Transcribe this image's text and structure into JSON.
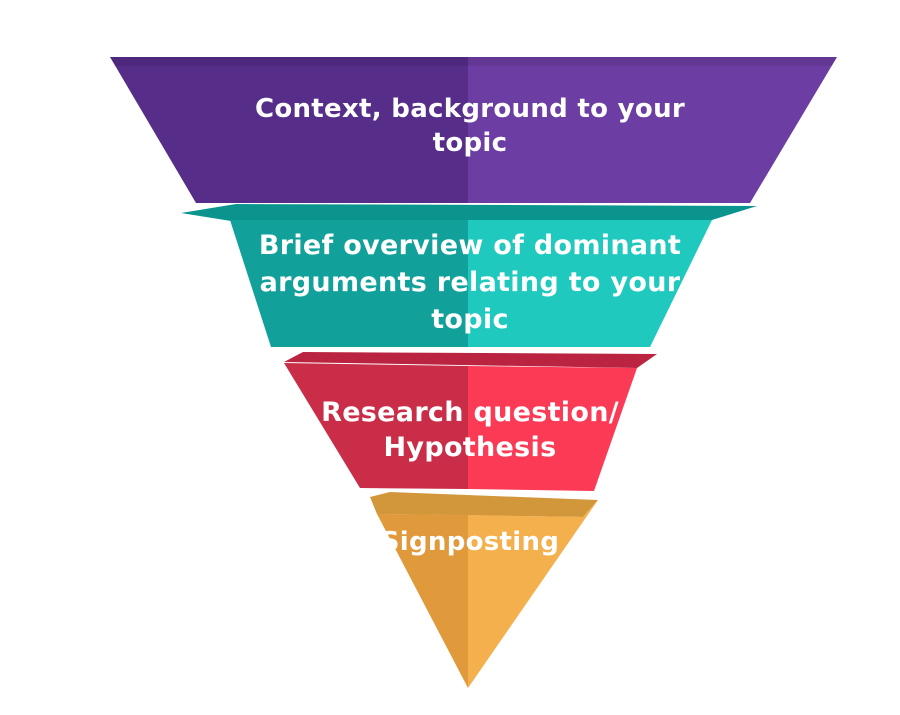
{
  "diagram": {
    "type": "inverted-pyramid-funnel",
    "background_color": "#FFFFFF",
    "text_color": "#FFFFFF",
    "levels": [
      {
        "label": "Context, background to your topic",
        "lines": [
          "Context, background to your",
          "topic"
        ],
        "color_left": "#562D89",
        "color_right": "#6C3EA3"
      },
      {
        "label": "Brief overview of dominant arguments relating to your topic",
        "lines": [
          "Brief overview of dominant",
          "arguments relating to your",
          "topic"
        ],
        "color_left": "#12A19A",
        "color_right": "#1FC9BE",
        "fold_color": "#0B948E"
      },
      {
        "label": "Research question/ Hypothesis",
        "lines": [
          "Research question/",
          "Hypothesis"
        ],
        "color_left": "#C92D47",
        "color_right": "#FB3A56",
        "fold_color": "#BB2441"
      },
      {
        "label": "Signposting",
        "lines": [
          "Signposting"
        ],
        "color_left": "#E09A3C",
        "color_right": "#F5B04E",
        "fold_color": "#D2973B"
      }
    ]
  }
}
